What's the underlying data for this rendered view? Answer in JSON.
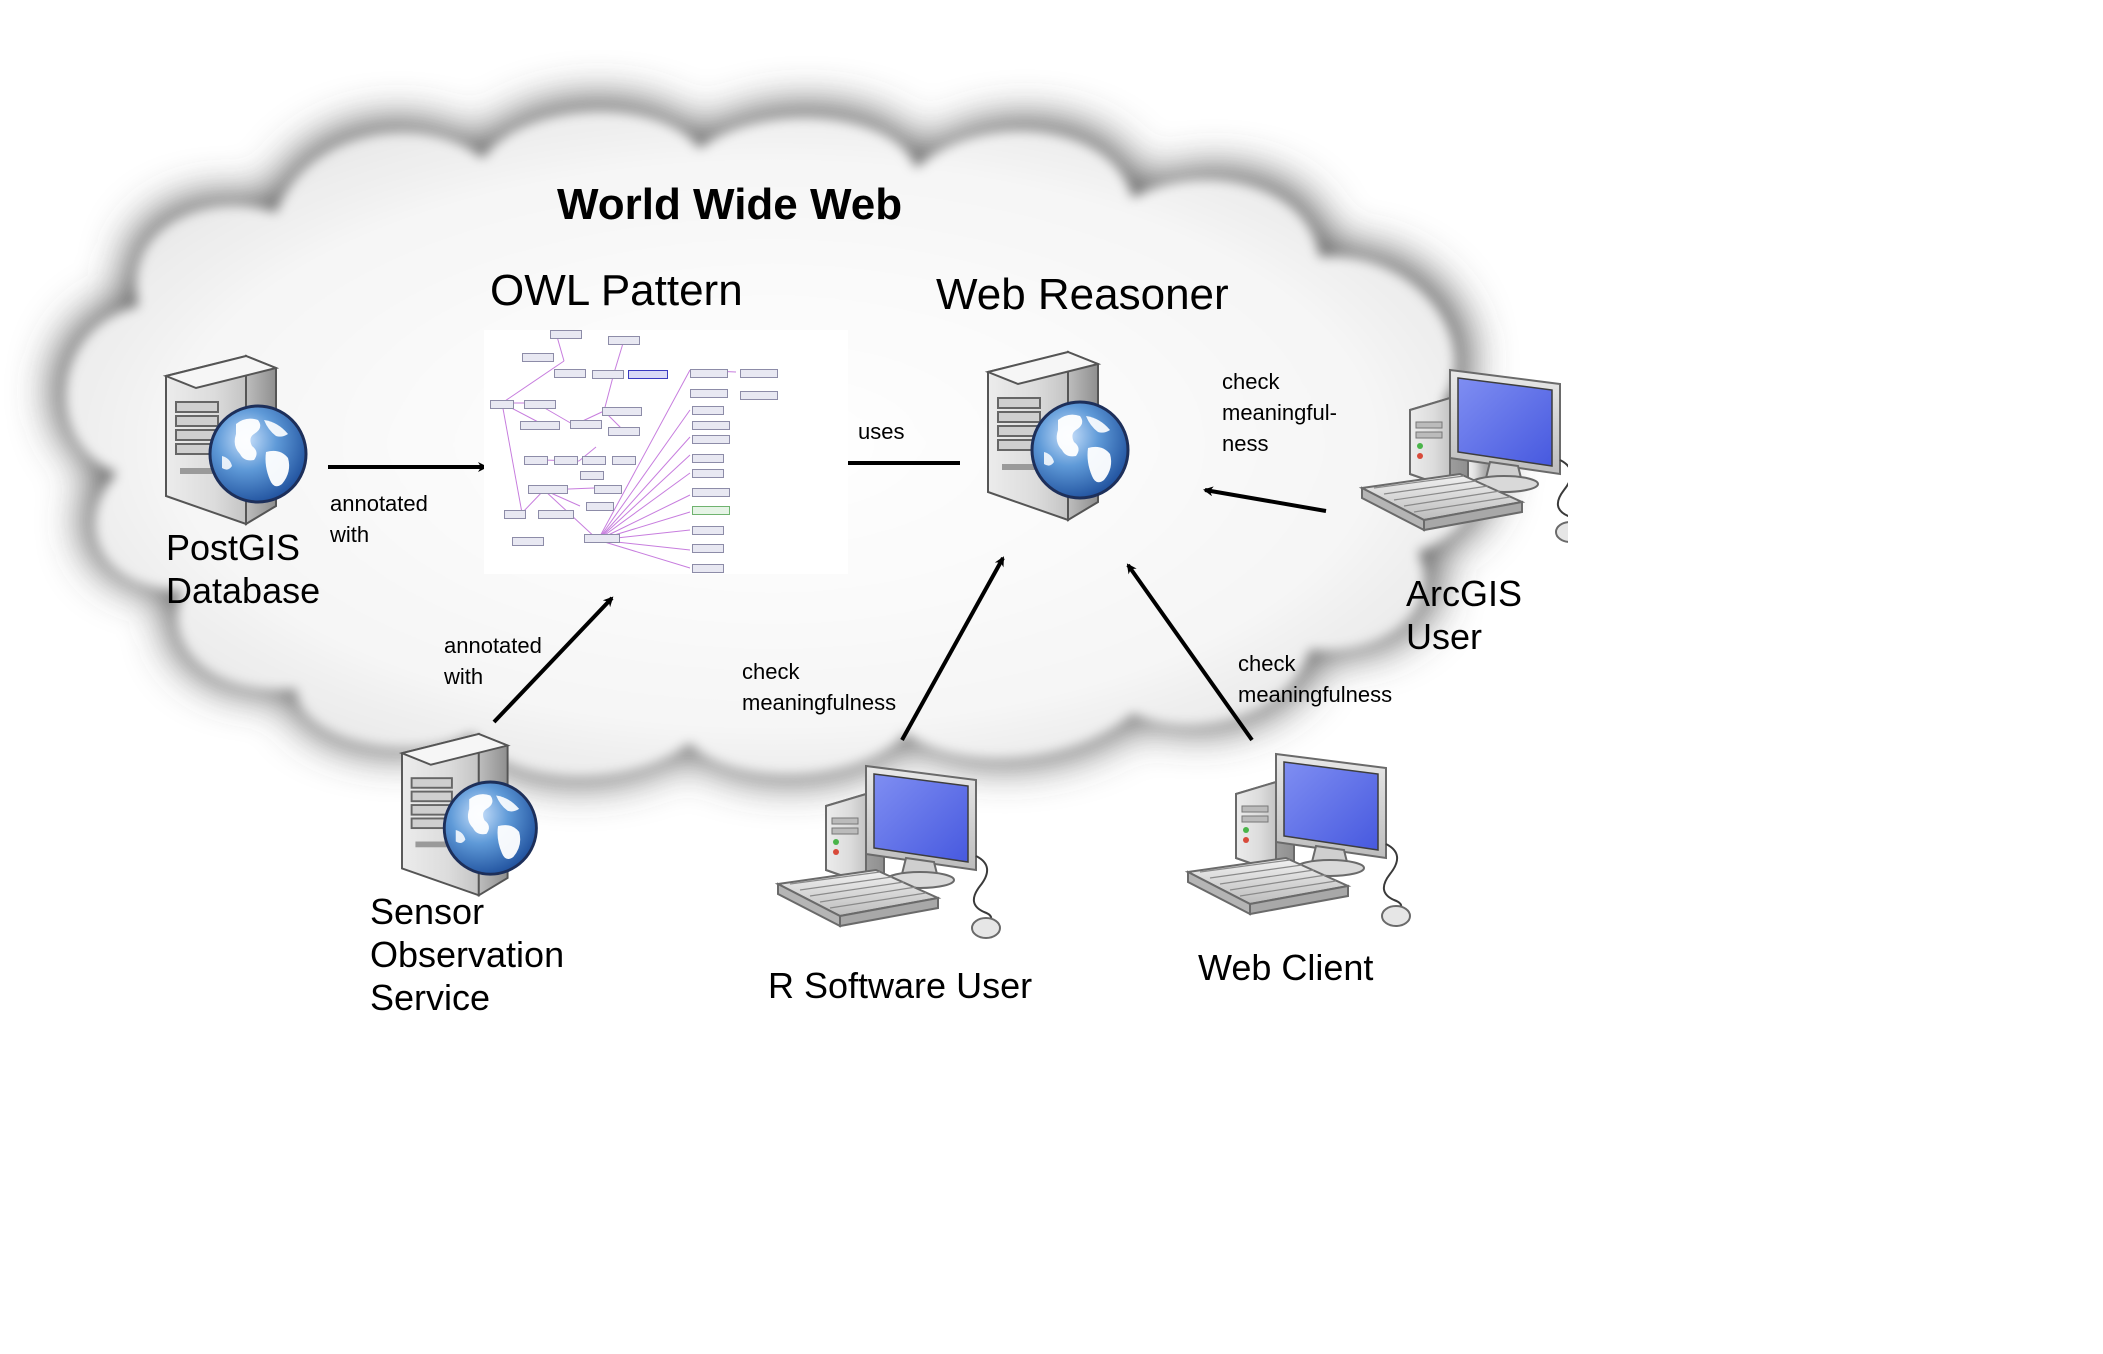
{
  "title": "World Wide Web",
  "owl_pattern": {
    "label": "OWL Pattern"
  },
  "web_reasoner": {
    "label": "Web Reasoner"
  },
  "postgis": {
    "label_line1": "PostGIS",
    "label_line2": "Database"
  },
  "sos": {
    "label_line1": "Sensor",
    "label_line2": "Observation",
    "label_line3": "Service"
  },
  "arcgis": {
    "label_line1": "ArcGIS",
    "label_line2": "User"
  },
  "r_user": {
    "label": "R Software User"
  },
  "web_client": {
    "label": "Web Client"
  },
  "edges": {
    "postgis_to_owl": {
      "line1": "annotated",
      "line2": "with"
    },
    "sos_to_owl": {
      "line1": "annotated",
      "line2": "with"
    },
    "reasoner_to_owl": {
      "line1": "uses"
    },
    "arcgis_to_reasoner": {
      "line1": "check",
      "line2": "meaningful-",
      "line3": "ness"
    },
    "r_to_reasoner": {
      "line1": "check",
      "line2": "meaningfulness"
    },
    "webclient_to_reasoner": {
      "line1": "check",
      "line2": "meaningfulness"
    }
  },
  "icons": {
    "server": "server-with-globe-icon",
    "workstation": "desktop-computer-icon"
  },
  "colors": {
    "cloud_fill": "#f2f2f2",
    "cloud_edge_shadow": "#6e6e6e",
    "monitor_screen": "#5a6fe8",
    "globe_ocean": "#3f7dc9",
    "arrow": "#000000"
  }
}
